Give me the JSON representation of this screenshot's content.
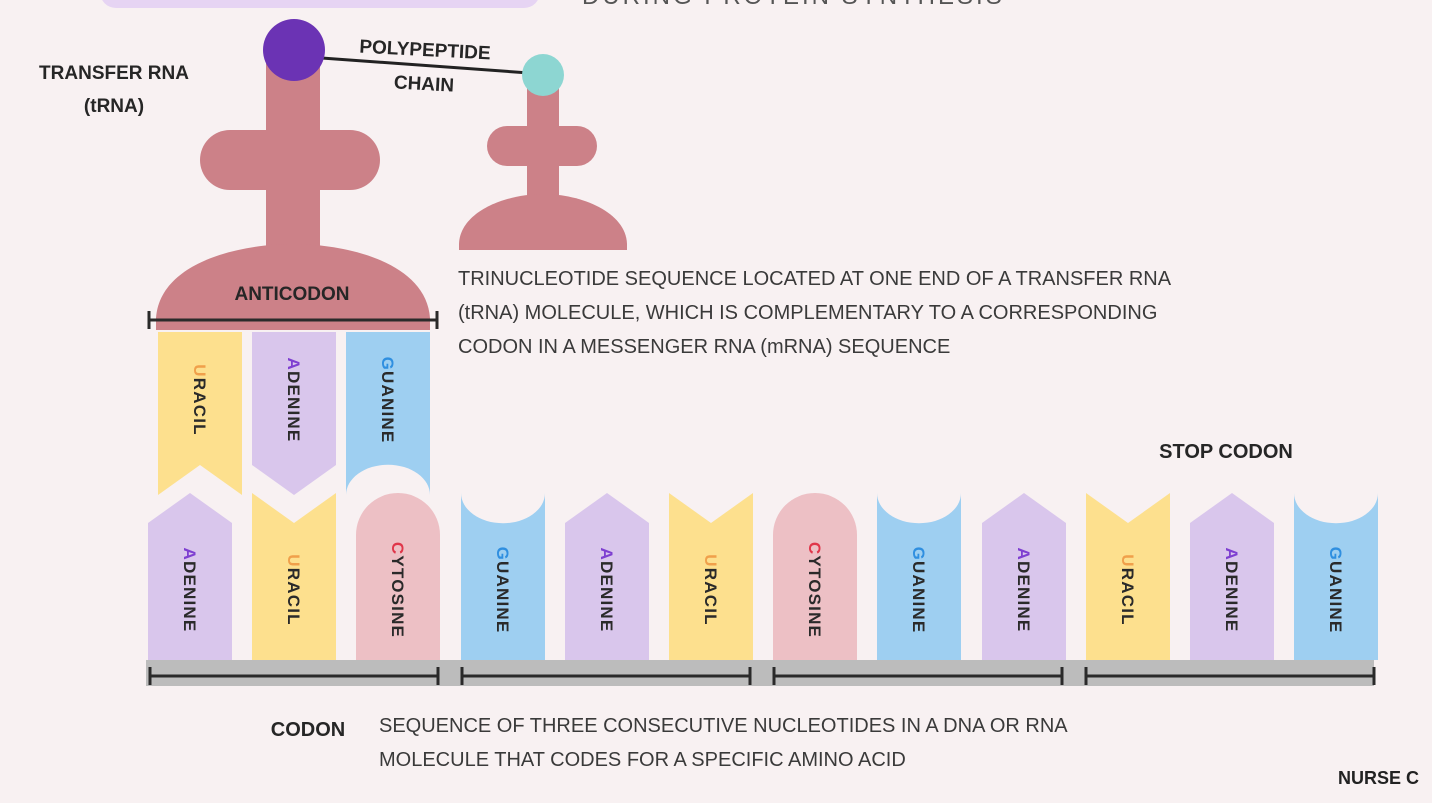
{
  "header_partial": "DURING PROTEIN SYNTHESIS",
  "labels": {
    "transfer_rna_line1": "TRANSFER RNA",
    "transfer_rna_line2": "(tRNA)",
    "polypeptide_line1": "POLYPEPTIDE",
    "polypeptide_line2": "CHAIN",
    "anticodon": "ANTICODON",
    "stop_codon": "STOP CODON",
    "codon": "CODON",
    "watermark": "NURSE C"
  },
  "anticodon_description": [
    "TRINUCLEOTIDE SEQUENCE LOCATED AT ONE END OF A TRANSFER RNA",
    "(tRNA) MOLECULE, WHICH IS COMPLEMENTARY TO A CORRESPONDING",
    "CODON IN A MESSENGER RNA (mRNA) SEQUENCE"
  ],
  "codon_description": [
    "SEQUENCE OF THREE CONSECUTIVE NUCLEOTIDES IN A DNA OR RNA",
    "MOLECULE THAT CODES FOR A SPECIFIC AMINO ACID"
  ],
  "colors": {
    "background": "#f8f1f2",
    "trna": "#cc8188",
    "amino_purple": "#6b33b4",
    "amino_teal": "#8dd6d2",
    "adenine": "#d9c6ec",
    "uracil": "#fde08e",
    "guanine": "#9ecff1",
    "cytosine": "#edc0c5",
    "backbone": "#bcbcbc",
    "bracket": "#2a2a2a",
    "letter_adenine": "#7e3fd1",
    "letter_uracil": "#f0a04b",
    "letter_guanine": "#2f8fe0",
    "letter_cytosine": "#e0364a"
  },
  "anticodon_bases": [
    "URACIL",
    "ADENINE",
    "GUANINE"
  ],
  "mrna_bases": [
    "ADENINE",
    "URACIL",
    "CYTOSINE",
    "GUANINE",
    "ADENINE",
    "URACIL",
    "CYTOSINE",
    "GUANINE",
    "ADENINE",
    "URACIL",
    "ADENINE",
    "GUANINE"
  ],
  "codon_groups": 4
}
